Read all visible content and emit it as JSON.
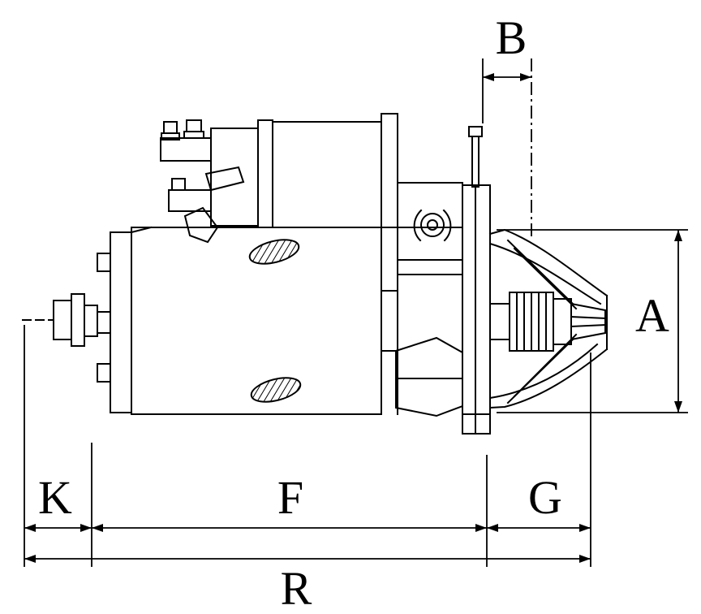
{
  "diagram": {
    "type": "technical-dimension-drawing",
    "subject": "starter-motor-side-view",
    "labels": {
      "a": "A",
      "b": "B",
      "k": "K",
      "f": "F",
      "g": "G",
      "r": "R"
    },
    "colors": {
      "line": "#000000",
      "background": "#ffffff"
    }
  }
}
